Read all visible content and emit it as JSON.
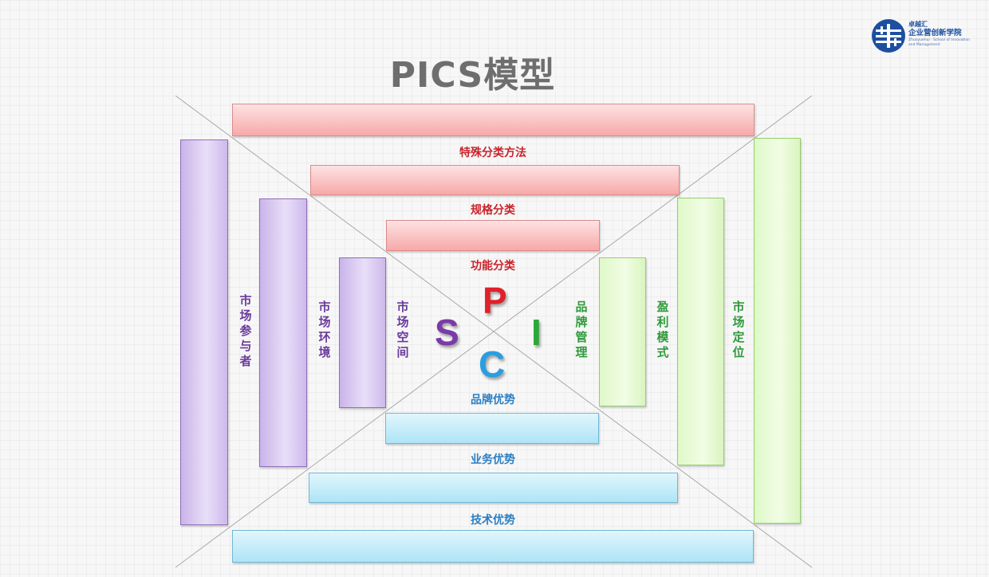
{
  "title": "PICS模型",
  "logo": {
    "line1": "卓越汇",
    "line2": "企业营创新学院",
    "line3": "Zhuoyuehui · School of Innovation and Management",
    "color": "#1d4fa0"
  },
  "top_labels": [
    "特殊分类方法",
    "规格分类",
    "功能分类"
  ],
  "bottom_labels": [
    "品牌优势",
    "业务优势",
    "技术优势"
  ],
  "left_labels": [
    "市场参与者",
    "市场环境",
    "市场空间"
  ],
  "right_labels": [
    "品牌管理",
    "盈利模式",
    "市场定位"
  ],
  "letters": {
    "P": {
      "text": "P",
      "color": "#e0202a"
    },
    "I": {
      "text": "I",
      "color": "#2aa83a"
    },
    "C": {
      "text": "C",
      "color": "#2a9ee0"
    },
    "S": {
      "text": "S",
      "color": "#7a3aa8"
    }
  },
  "colors": {
    "top_group": "#f7a9a9",
    "left_group": "#c9b4e9",
    "right_group": "#d9f5bf",
    "bottom_group": "#aee4f6"
  }
}
